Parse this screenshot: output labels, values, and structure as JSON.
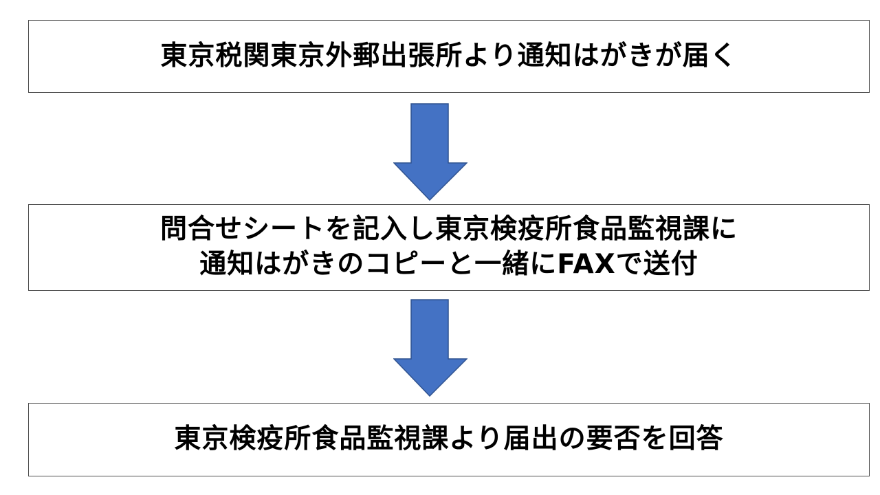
{
  "flow": {
    "steps": [
      {
        "lines": [
          "東京税関東京外郵出張所より通知はがきが届く"
        ]
      },
      {
        "lines": [
          "問合せシートを記入し東京検疫所食品監視課に",
          "通知はがきのコピーと一緒にFAXで送付"
        ]
      },
      {
        "lines": [
          "東京検疫所食品監視課より届出の要否を回答"
        ]
      }
    ],
    "arrow": {
      "icon": "arrow-down-icon",
      "fill": "#4472c4",
      "stroke": "#2f528f"
    },
    "box_border": "#4d4d4d"
  }
}
